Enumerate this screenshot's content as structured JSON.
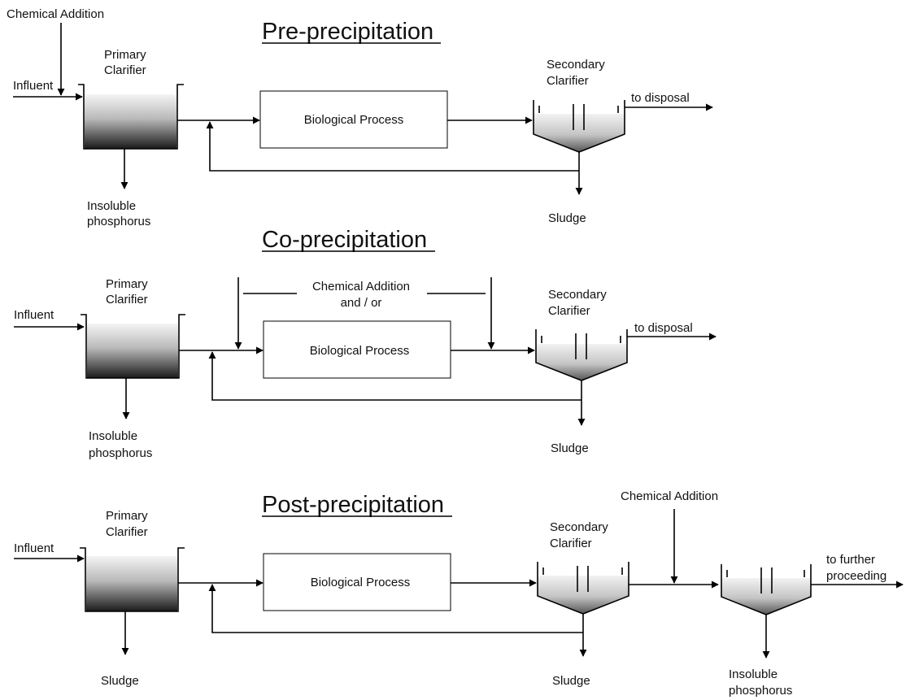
{
  "sections": [
    {
      "title": "Pre-precipitation",
      "chemical_label": "Chemical Addition",
      "chemical_label_2": "",
      "influent": "Influent",
      "primary_line1": "Primary",
      "primary_line2": "Clarifier",
      "primary_out_line1": "Insoluble",
      "primary_out_line2": "phosphorus",
      "bio_label": "Biological Process",
      "secondary_line1": "Secondary",
      "secondary_line2": "Clarifier",
      "out_line1": "to disposal",
      "out_line2": "",
      "sludge": "Sludge"
    },
    {
      "title": "Co-precipitation",
      "chemical_label": "Chemical Addition",
      "chemical_label_2": "and / or",
      "influent": "Influent",
      "primary_line1": "Primary",
      "primary_line2": "Clarifier",
      "primary_out_line1": "Insoluble",
      "primary_out_line2": "phosphorus",
      "bio_label": "Biological Process",
      "secondary_line1": "Secondary",
      "secondary_line2": "Clarifier",
      "out_line1": "to disposal",
      "out_line2": "",
      "sludge": "Sludge"
    },
    {
      "title": "Post-precipitation",
      "chemical_label": "Chemical Addition",
      "chemical_label_2": "",
      "influent": "Influent",
      "primary_line1": "Primary",
      "primary_line2": "Clarifier",
      "primary_out_line1": "Sludge",
      "primary_out_line2": "",
      "bio_label": "Biological Process",
      "secondary_line1": "Secondary",
      "secondary_line2": "Clarifier",
      "out_line1": "to further",
      "out_line2": "proceeding",
      "sludge": "Sludge",
      "tertiary_out_line1": "Insoluble",
      "tertiary_out_line2": "phosphorus"
    }
  ],
  "colors": {
    "line": "#000000",
    "tank_top": "#f2f2f2",
    "tank_bottom": "#1a1a1a"
  }
}
